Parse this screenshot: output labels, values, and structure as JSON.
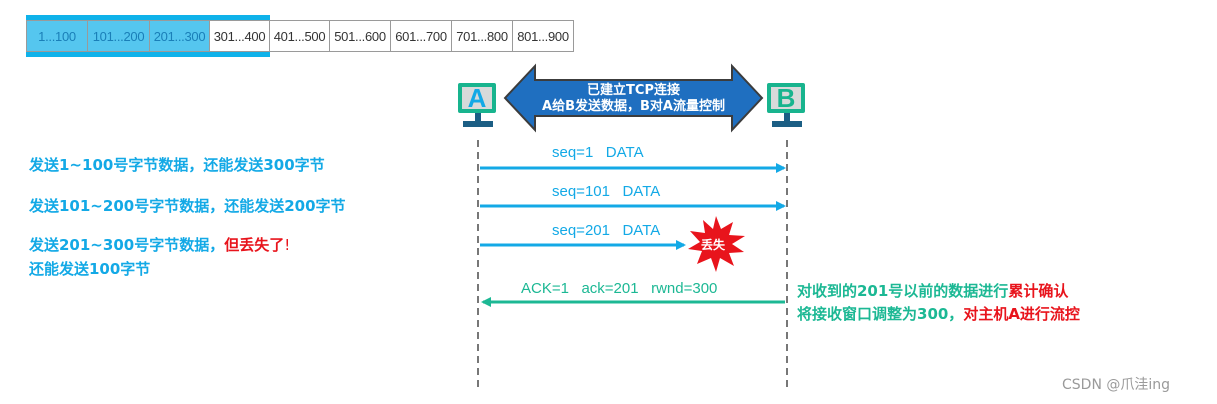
{
  "byte_window": {
    "cells": [
      {
        "label": "1...100",
        "state": "sent"
      },
      {
        "label": "101...200",
        "state": "sent"
      },
      {
        "label": "201...300",
        "state": "sent"
      },
      {
        "label": "301...400",
        "state": "window-unsent"
      },
      {
        "label": "401...500",
        "state": "outside"
      },
      {
        "label": "501...600",
        "state": "outside"
      },
      {
        "label": "601...700",
        "state": "outside"
      },
      {
        "label": "701...800",
        "state": "outside"
      },
      {
        "label": "801...900",
        "state": "outside"
      }
    ],
    "window_color": "#0fb2ea"
  },
  "hosts": {
    "a": {
      "label": "A"
    },
    "b": {
      "label": "B"
    }
  },
  "connection_arrow": {
    "line1": "已建立TCP连接",
    "line2": "A给B发送数据，B对A流量控制",
    "color": "#1f6fc0"
  },
  "left_notes": [
    {
      "text": "发送1~100号字节数据，还能发送300字节"
    },
    {
      "text": "发送101~200号字节数据，还能发送200字节"
    },
    {
      "text_blue": "发送201~300号字节数据，",
      "text_red": "但丢失了",
      "text_tail": "!"
    },
    {
      "text": "还能发送100字节"
    }
  ],
  "messages": [
    {
      "label": "seq=1   DATA",
      "direction": "A->B",
      "lost": false
    },
    {
      "label": "seq=101   DATA",
      "direction": "A->B",
      "lost": false
    },
    {
      "label": "seq=201   DATA",
      "direction": "A->B",
      "lost": true,
      "lost_label": "丢失"
    },
    {
      "label": "ACK=1   ack=201   rwnd=300",
      "direction": "B->A",
      "lost": false
    }
  ],
  "right_notes": {
    "line1_green": "对收到的201号以前的数据进行",
    "line1_red": "累计确认",
    "line2_green": "将接收窗口调整为300，",
    "line2_red": "对主机A进行流控"
  },
  "colors": {
    "data_blue": "#13a9e6",
    "ack_green": "#1cb894",
    "alert_red": "#e8141c",
    "host_frame": "#18b48e",
    "host_stand": "#1b5e84"
  },
  "watermark": "CSDN @爪洼ing"
}
